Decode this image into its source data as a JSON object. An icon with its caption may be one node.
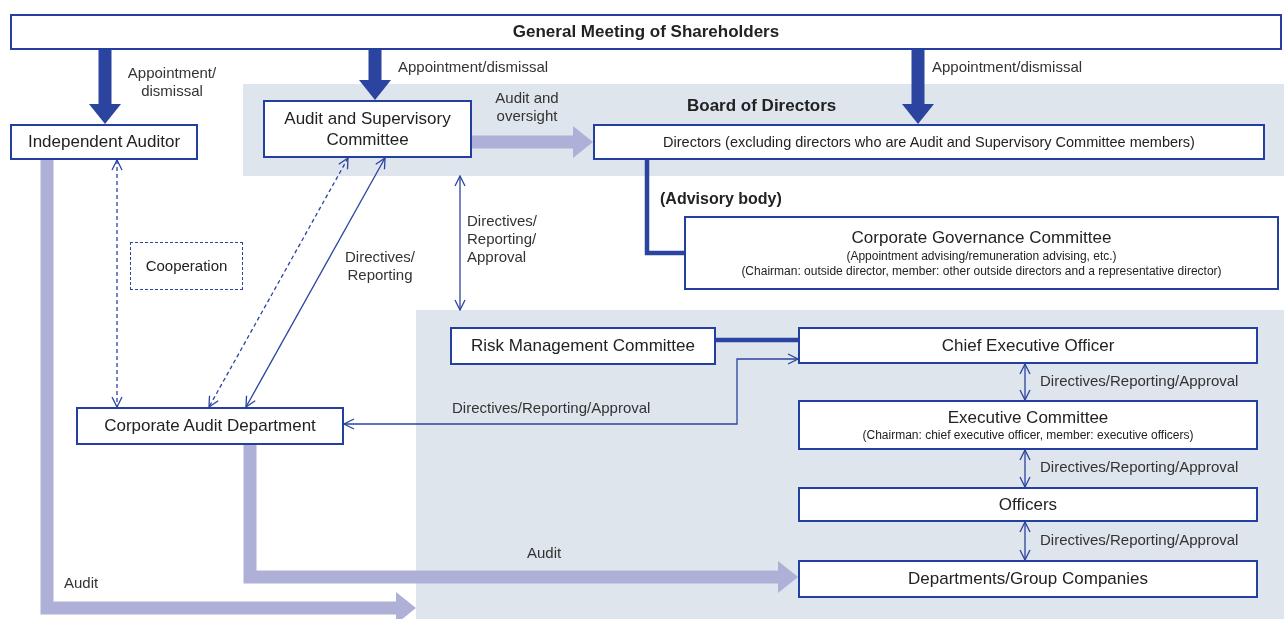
{
  "diagram": {
    "nodes": [
      {
        "text": [
          "General Meeting of Shareholders"
        ]
      },
      {
        "text": [
          "Board of Directors"
        ]
      },
      {
        "text": [
          "Independent Auditor"
        ]
      },
      {
        "text": [
          "Audit and Supervisory Committee"
        ],
        "in": 1
      },
      {
        "text": [
          "Directors (excluding directors who are Audit and Supervisory Committee members)"
        ],
        "in": 1
      },
      {
        "text": [
          "Cooperation"
        ]
      },
      {
        "text": [
          "Corporate Governance Committee",
          "(Appointment advising/remuneration advising, etc.)",
          "(Chairman: outside director, member: other outside directors and a representative director)"
        ],
        "beside": [
          "(Advisory body)"
        ]
      },
      {
        "text": [],
        "shape": "box"
      },
      {
        "text": [
          "Risk Management Committee"
        ],
        "in": 7
      },
      {
        "text": [
          "Chief Executive Officer"
        ],
        "in": 7
      },
      {
        "text": [
          "Corporate Audit Department"
        ]
      },
      {
        "text": [
          "Executive Committee",
          "(Chairman: chief executive officer, member: executive officers)"
        ],
        "in": 7
      },
      {
        "text": [
          "Officers"
        ],
        "in": 7
      },
      {
        "text": [
          "Departments/Group Companies"
        ],
        "in": 7
      }
    ],
    "edges": [
      {
        "from": 0,
        "to": 2,
        "arrow": "to",
        "label": "Appointment/ dismissal",
        "style": "thick"
      },
      {
        "from": 0,
        "to": 3,
        "arrow": "to",
        "label": "Appointment/dismissal",
        "style": "thick"
      },
      {
        "from": 0,
        "to": 4,
        "arrow": "to",
        "label": "Appointment/dismissal",
        "style": "thick"
      },
      {
        "from": 3,
        "to": 4,
        "arrow": "to",
        "label": "Audit and oversight",
        "style": "thick",
        "color": "#aeb0d8"
      },
      {
        "from": 4,
        "to": 6,
        "arrow": "none",
        "style": "thick"
      },
      {
        "from": 2,
        "to": 10,
        "arrow": "both",
        "style": "dashed"
      },
      {
        "from": 3,
        "to": 10,
        "arrow": "both",
        "style": "dashed"
      },
      {
        "from": 3,
        "to": 10,
        "arrow": "both",
        "label": "Directives/ Reporting"
      },
      {
        "from": 1,
        "to": 7,
        "arrow": "both",
        "label": "Directives/ Reporting/ Approval"
      },
      {
        "from": 8,
        "to": 9,
        "arrow": "none",
        "style": "thick"
      },
      {
        "from": 9,
        "to": 10,
        "arrow": "both",
        "label": "Directives/Reporting/Approval"
      },
      {
        "from": 9,
        "to": 11,
        "arrow": "both",
        "label": "Directives/Reporting/Approval"
      },
      {
        "from": 11,
        "to": 12,
        "arrow": "both",
        "label": "Directives/Reporting/Approval"
      },
      {
        "from": 12,
        "to": 13,
        "arrow": "both",
        "label": "Directives/Reporting/Approval"
      },
      {
        "from": 10,
        "to": 13,
        "arrow": "to",
        "label": "Audit",
        "style": "thick",
        "color": "#aeb0d8"
      },
      {
        "from": 2,
        "to": 7,
        "arrow": "to",
        "label": "Audit",
        "style": "thick",
        "color": "#aeb0d8"
      }
    ]
  }
}
